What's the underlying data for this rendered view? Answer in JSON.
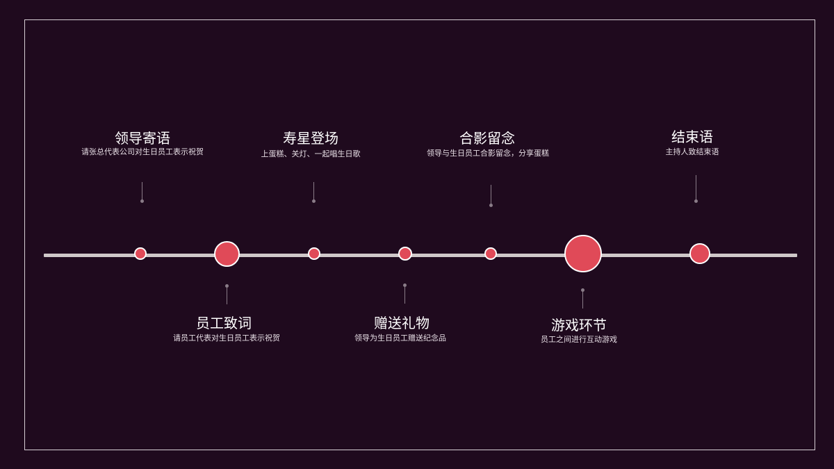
{
  "steps": [
    {
      "title": "领导寄语",
      "desc": "请张总代表公司对生日员工表示祝贺"
    },
    {
      "title": "员工致词",
      "desc": "请员工代表对生日员工表示祝贺"
    },
    {
      "title": "寿星登场",
      "desc": "上蛋糕、关灯、一起唱生日歌"
    },
    {
      "title": "赠送礼物",
      "desc": "领导为生日员工赠送纪念品"
    },
    {
      "title": "合影留念",
      "desc": "领导与生日员工合影留念，分享蛋糕"
    },
    {
      "title": "游戏环节",
      "desc": "员工之间进行互动游戏"
    },
    {
      "title": "结束语",
      "desc": "主持人致结束语"
    }
  ],
  "colors": {
    "background": "#1f0a1e",
    "node": "#e04a58",
    "line": "#cfc8c9",
    "frame": "#d8d0d6"
  }
}
